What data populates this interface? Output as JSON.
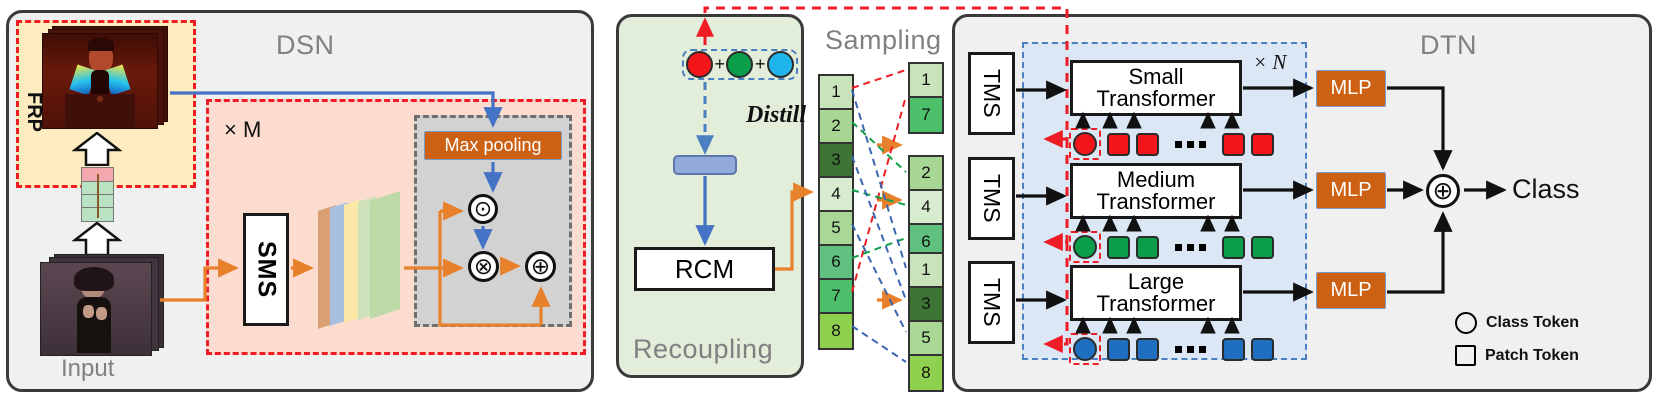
{
  "figure": {
    "type": "architecture-diagram",
    "panels": [
      {
        "id": "dsn",
        "title": "DSN"
      },
      {
        "id": "recoupling",
        "title": "Recoupling"
      },
      {
        "id": "dtn",
        "title": "DTN"
      }
    ]
  },
  "dsn": {
    "title": "DSN",
    "frp_label": "FRP",
    "input_label": "Input",
    "repeat_label": "× M",
    "sms_label": "SMS",
    "maxpool_label": "Max pooling",
    "ops": {
      "hadamard": "⊙",
      "multiply": "⊗",
      "add": "⊕"
    },
    "feature_layer_colors": [
      "#d9a173",
      "#a8c0e0",
      "#fbe7a6",
      "#c6dfb0",
      "#b9d49b"
    ]
  },
  "recoupling": {
    "title": "Recoupling",
    "distill_label": "Distill",
    "rcm_label": "RCM",
    "plus_symbol": "+",
    "tokens": [
      {
        "name": "small-class-token",
        "color": "#f4151b"
      },
      {
        "name": "medium-class-token",
        "color": "#0a9e4b"
      },
      {
        "name": "large-class-token",
        "color": "#1fb4ea"
      }
    ],
    "proj_block_color": "#93a9d8"
  },
  "sampling": {
    "title": "Sampling",
    "source_column": [
      {
        "index": "1",
        "color": "#c9e3bb"
      },
      {
        "index": "2",
        "color": "#a8d694"
      },
      {
        "index": "3",
        "color": "#3e7434"
      },
      {
        "index": "4",
        "color": "#d8ecd0"
      },
      {
        "index": "5",
        "color": "#a9d796"
      },
      {
        "index": "6",
        "color": "#5fc07f"
      },
      {
        "index": "7",
        "color": "#4dc06b"
      },
      {
        "index": "8",
        "color": "#8fd04e"
      }
    ],
    "target_columns": [
      {
        "name": "small-branch-samples",
        "cells": [
          {
            "index": "1",
            "color": "#c9e3bb"
          },
          {
            "index": "7",
            "color": "#4dc06b"
          }
        ]
      },
      {
        "name": "medium-branch-samples",
        "cells": [
          {
            "index": "2",
            "color": "#a8d694"
          },
          {
            "index": "4",
            "color": "#d8ecd0"
          },
          {
            "index": "6",
            "color": "#5fc07f"
          }
        ]
      },
      {
        "name": "large-branch-samples",
        "cells": [
          {
            "index": "1",
            "color": "#c9e3bb"
          },
          {
            "index": "3",
            "color": "#3e7434"
          },
          {
            "index": "5",
            "color": "#a9d796"
          },
          {
            "index": "8",
            "color": "#8fd04e"
          }
        ]
      }
    ]
  },
  "dtn": {
    "title": "DTN",
    "repeat_label": "× N",
    "tms_label": "TMS",
    "branches": [
      {
        "name": "small",
        "line1": "Small",
        "line2": "Transformer",
        "token_color": "#f4151b",
        "mlp_label": "MLP"
      },
      {
        "name": "medium",
        "line1": "Medium",
        "line2": "Transformer",
        "token_color": "#0a9e4b",
        "mlp_label": "MLP"
      },
      {
        "name": "large",
        "line1": "Large",
        "line2": "Transformer",
        "token_color": "#1f6fc0",
        "mlp_label": "MLP"
      }
    ],
    "sum_symbol": "⊕",
    "class_label": "Class",
    "legend": [
      {
        "shape": "circle",
        "label": "Class Token"
      },
      {
        "shape": "square",
        "label": "Patch Token"
      }
    ]
  },
  "colors": {
    "orange_arrow": "#e8812b",
    "blue_arrow": "#4472c4",
    "red_dashed": "#ee1c25",
    "green_dashed": "#11a14b",
    "blue_dashed": "#3a66b0",
    "mlp_fill": "#cc6114",
    "panel_bg": "#f0f0f0",
    "recoupling_bg": "#e2edda",
    "frp_bg": "#fdecc0",
    "xm_bg": "#fbdcce",
    "pool_bg": "#d2d2d2",
    "token_region_bg": "#dbe7f5"
  }
}
